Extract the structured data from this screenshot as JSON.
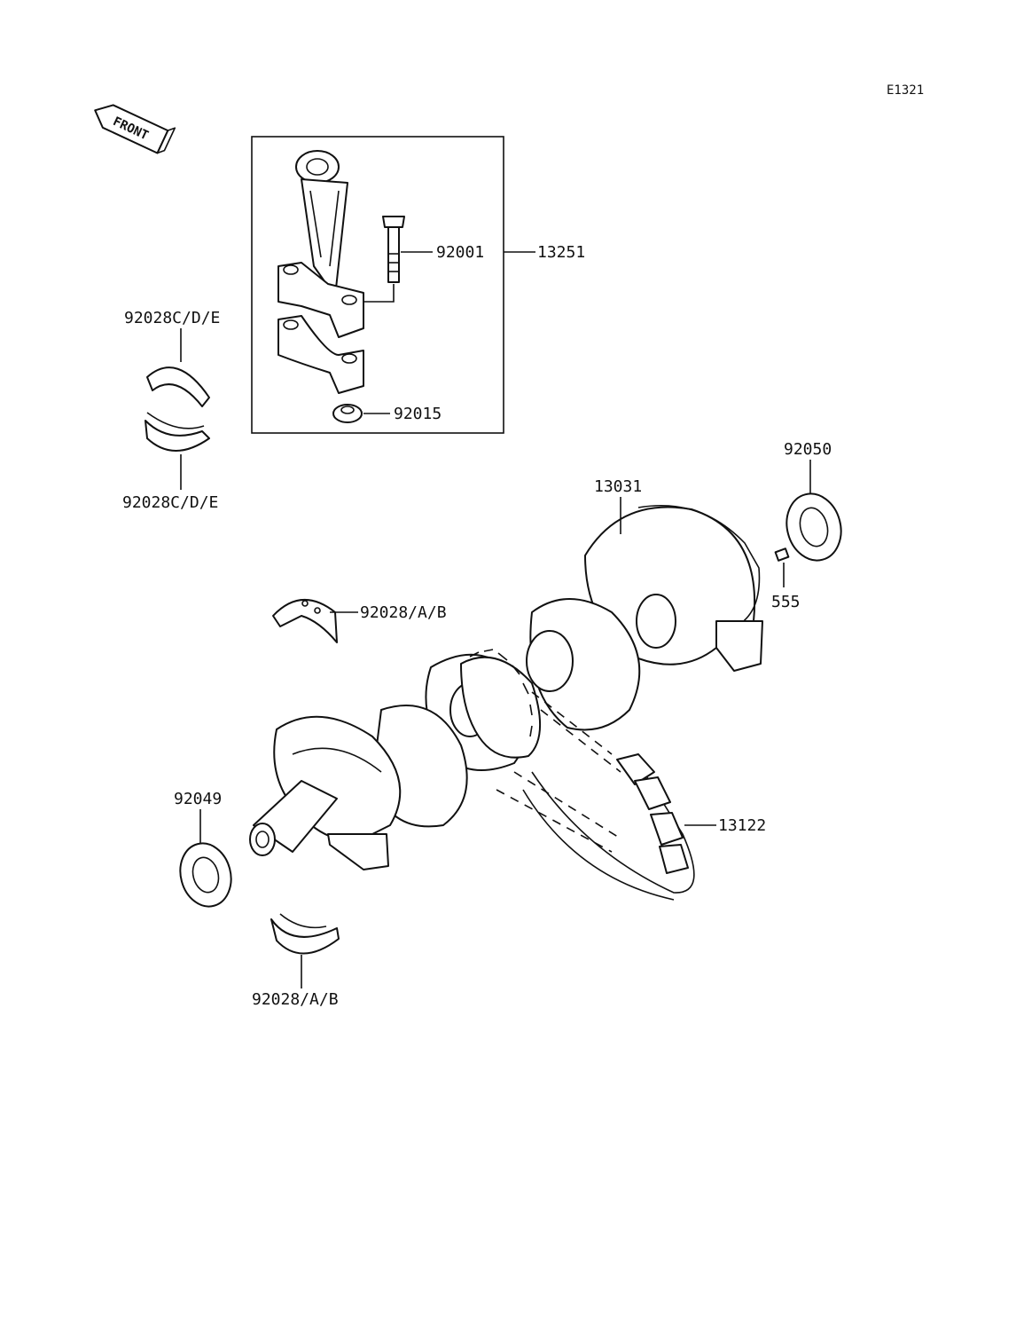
{
  "diagram": {
    "ref_code": "E1321",
    "front_label": "FRONT",
    "labels": {
      "rod_assembly": "13251",
      "rod_bolt": "92001",
      "rod_nut": "92015",
      "rod_bearing_upper": "92028C/D/E",
      "rod_bearing_lower": "92028C/D/E",
      "main_bearing_upper": "92028/A/B",
      "main_bearing_lower": "92028/A/B",
      "crankshaft": "13031",
      "oil_seal_right": "92050",
      "pin": "555",
      "oil_seal_left": "92049",
      "chain": "13122"
    }
  }
}
